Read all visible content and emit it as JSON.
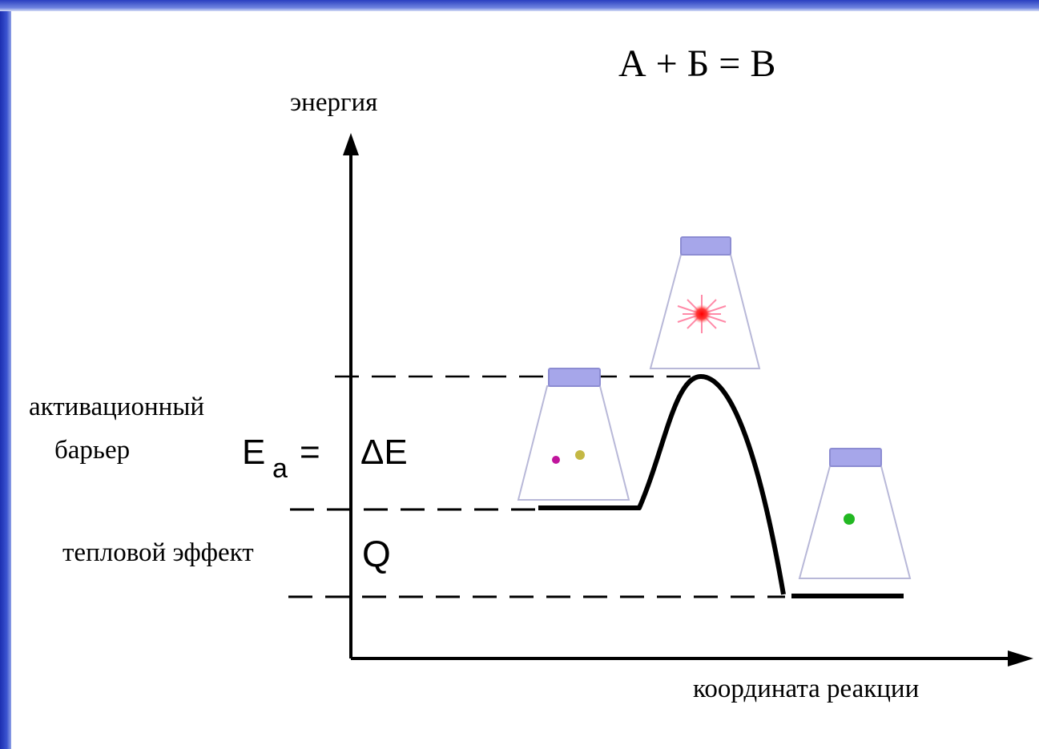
{
  "title": "А + Б = В",
  "axes": {
    "y_label": "энергия",
    "x_label": "координата реакции"
  },
  "activation": {
    "line1": "активационный",
    "line2": "барьер",
    "symbol": "E",
    "subscript": "a",
    "equals": "=",
    "delta": "ΔE"
  },
  "heat_effect": {
    "label": "тепловой эффект",
    "symbol": "Q"
  },
  "colors": {
    "curve": "#000000",
    "flask_outline": "#b8b8d8",
    "flask_cap": "#a6a6ea",
    "reactant_a": "#c0149c",
    "reactant_b": "#c4b844",
    "transition_state": "#ff1e1e",
    "product": "#22b822",
    "background_accent": "#2a3fc0"
  },
  "flasks": [
    {
      "name": "reactants-flask",
      "contents": [
        "reactant_a",
        "reactant_b"
      ]
    },
    {
      "name": "transition-state-flask",
      "contents": [
        "transition_state"
      ]
    },
    {
      "name": "product-flask",
      "contents": [
        "product"
      ]
    }
  ]
}
